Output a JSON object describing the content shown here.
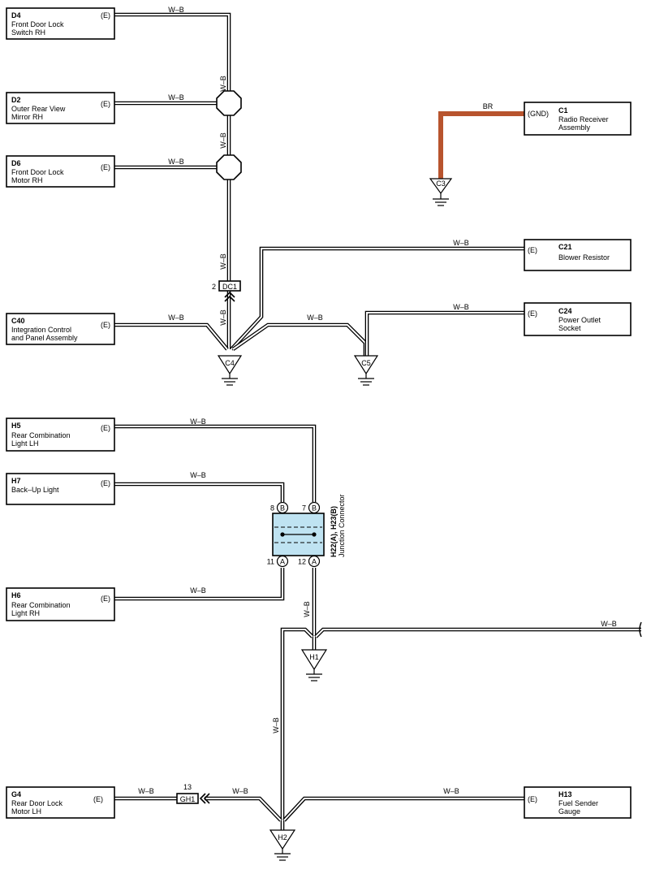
{
  "wire_color": "W–B",
  "br_wire_color": "BR",
  "colors": {
    "br_wire": "#b8542e",
    "junction_fill": "#bfe3f2"
  },
  "components": {
    "d4": {
      "code": "D4",
      "line1": "Front Door Lock",
      "line2": "Switch RH",
      "terminal": "(E)"
    },
    "d2": {
      "code": "D2",
      "line1": "Outer Rear View",
      "line2": "Mirror RH",
      "terminal": "(E)"
    },
    "d6": {
      "code": "D6",
      "line1": "Front Door Lock",
      "line2": "Motor RH",
      "terminal": "(E)"
    },
    "c40": {
      "code": "C40",
      "line1": "Integration Control",
      "line2": "and Panel Assembly",
      "terminal": "(E)"
    },
    "c1": {
      "code": "C1",
      "line1": "Radio Receiver",
      "line2": "Assembly",
      "terminal": "(GND)"
    },
    "c21": {
      "code": "C21",
      "line1": "Blower Resistor",
      "terminal": "(E)"
    },
    "c24": {
      "code": "C24",
      "line1": "Power Outlet",
      "line2": "Socket",
      "terminal": "(E)"
    },
    "h5": {
      "code": "H5",
      "line1": "Rear Combination",
      "line2": "Light LH",
      "terminal": "(E)"
    },
    "h7": {
      "code": "H7",
      "line1": "Back–Up Light",
      "terminal": "(E)"
    },
    "h6": {
      "code": "H6",
      "line1": "Rear Combination",
      "line2": "Light RH",
      "terminal": "(E)"
    },
    "g4": {
      "code": "G4",
      "line1": "Rear Door Lock",
      "line2": "Motor LH",
      "terminal": "(E)"
    },
    "h13": {
      "code": "H13",
      "line1": "Fuel Sender",
      "line2": "Gauge",
      "terminal": "(E)"
    }
  },
  "grounds": {
    "c3": "C3",
    "c4": "C4",
    "c5": "C5",
    "h1": "H1",
    "h2": "H2"
  },
  "connectors": {
    "dc1": {
      "label": "DC1",
      "pin": "2"
    },
    "gh1": {
      "label": "GH1",
      "pin": "13"
    }
  },
  "junction": {
    "label_bold": "H22(A), H23(B)",
    "label": "Junction Connector",
    "pins": [
      {
        "num": "8",
        "letter": "B"
      },
      {
        "num": "7",
        "letter": "B"
      },
      {
        "num": "11",
        "letter": "A"
      },
      {
        "num": "12",
        "letter": "A"
      }
    ]
  }
}
